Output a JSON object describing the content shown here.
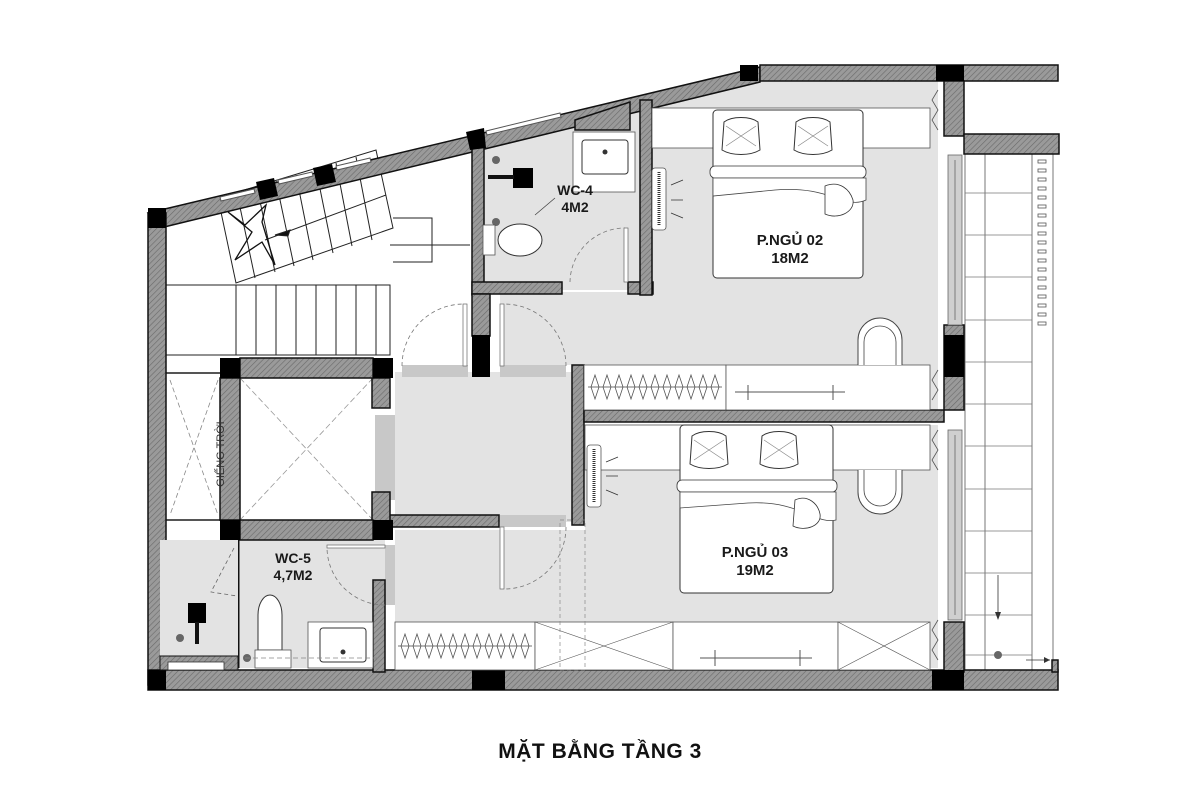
{
  "drawing": {
    "title": "MẶT BẰNG TẦNG 3",
    "colors": {
      "wall_fill": "#8c8c8c",
      "column_fill": "#000000",
      "floor_fill": "#e3e3e3",
      "background": "#ffffff",
      "line": "#1a1a1a"
    }
  },
  "rooms": [
    {
      "id": "wc4",
      "name": "WC-4",
      "area": "4M2"
    },
    {
      "id": "bedroom02",
      "name": "P.NGỦ 02",
      "area": "18M2"
    },
    {
      "id": "bedroom03",
      "name": "P.NGỦ 03",
      "area": "19M2"
    },
    {
      "id": "wc5",
      "name": "WC-5",
      "area": "4,7M2"
    }
  ],
  "annotations": {
    "lightwell": "GIẾNG TRỜI"
  },
  "icons": [
    "stair-icon",
    "elevator-shaft-icon",
    "bed-icon",
    "wardrobe-icon",
    "desk-chair-icon",
    "air-conditioner-icon",
    "toilet-icon",
    "sink-icon",
    "floor-drain-icon",
    "water-heater-icon",
    "door-swing-icon",
    "sliding-window-icon"
  ]
}
